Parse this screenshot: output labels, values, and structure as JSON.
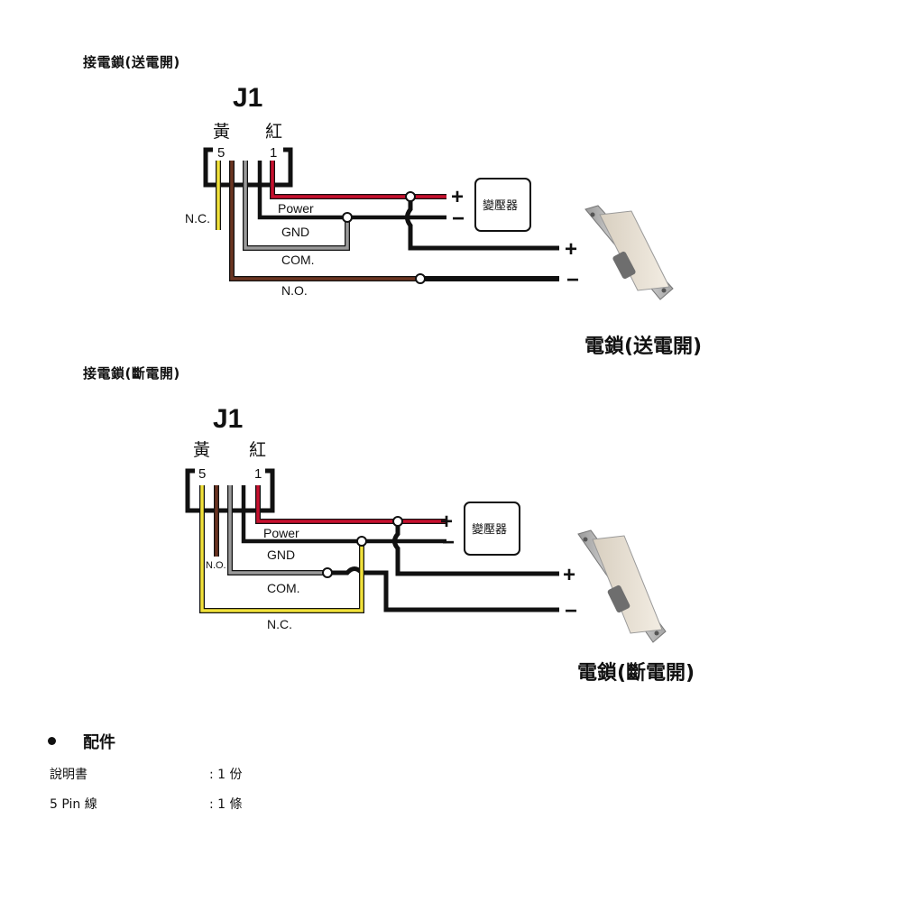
{
  "section1": {
    "heading": "接電鎖(送電開)",
    "connector": {
      "title": "J1",
      "left_color": "黃",
      "right_color": "紅",
      "left_pin": "5",
      "right_pin": "1"
    },
    "labels": {
      "power": "Power",
      "gnd": "GND",
      "com": "COM.",
      "no": "N.O.",
      "nc": "N.C."
    },
    "transformer": "變壓器",
    "plus": "+",
    "minus": "−",
    "lock_caption": "電鎖(送電開)"
  },
  "section2": {
    "heading": "接電鎖(斷電開)",
    "connector": {
      "title": "J1",
      "left_color": "黃",
      "right_color": "紅",
      "left_pin": "5",
      "right_pin": "1"
    },
    "labels": {
      "power": "Power",
      "gnd": "GND",
      "com": "COM.",
      "no": "N.O.",
      "nc": "N.C."
    },
    "transformer": "變壓器",
    "plus": "+",
    "minus": "−",
    "lock_caption": "電鎖(斷電開)"
  },
  "accessories": {
    "title": "配件",
    "items": [
      {
        "name": "說明書",
        "qty": ": 1 份"
      },
      {
        "name": "5 Pin 線",
        "qty": ": 1 條"
      }
    ]
  },
  "colors": {
    "red": "#c8102e",
    "black": "#111111",
    "gray": "#8a8a8a",
    "brown": "#5a2a18",
    "yellow": "#f2e23a"
  }
}
